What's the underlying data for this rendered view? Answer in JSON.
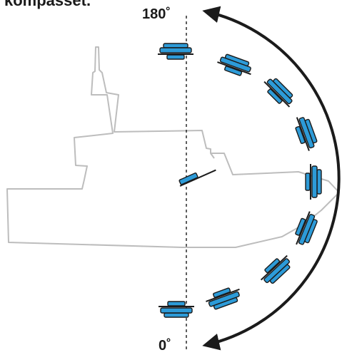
{
  "caption": "kompasset.",
  "angle_top": "180˚",
  "angle_bottom": "0˚",
  "colors": {
    "device_fill": "#2d9bd8",
    "device_stroke": "#1b1b1b",
    "hull_outline": "#bdbdbd",
    "arc": "#1b1b1b"
  },
  "icons": {
    "compass_device": "compass-device-icon",
    "mounted_compass": "mounted-compass-icon"
  }
}
